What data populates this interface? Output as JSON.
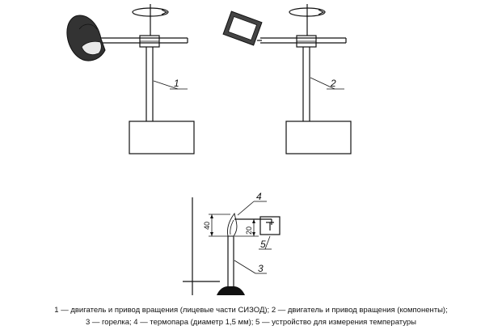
{
  "figure": {
    "callouts": {
      "left_rod": "1",
      "right_rod": "2",
      "burner": "3",
      "thermocouple": "4",
      "temp_device": "5"
    },
    "dimensions": {
      "height_40": "40",
      "height_20": "20"
    },
    "caption": {
      "line1": "1 — двигатель и привод вращения (лицевые части СИЗОД); 2 — двигатель и привод вращения (компоненты);",
      "line2": "3 — горелка; 4 — термопара (диаметр 1,5 мм); 5 — устройство для измерения температуры"
    }
  }
}
